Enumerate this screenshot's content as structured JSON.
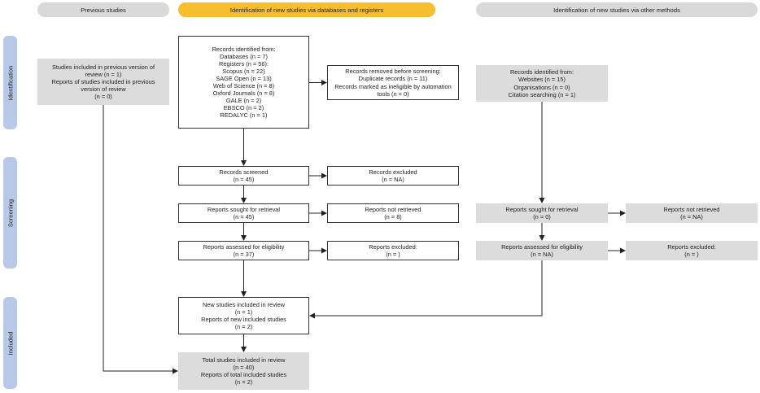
{
  "headers": {
    "previous": "Previous studies",
    "databases": "Identification of new studies via databases and registers",
    "other": "Identification of new studies via other methods"
  },
  "phases": {
    "identification": "Identification",
    "screening": "Screening",
    "included": "Included"
  },
  "previous": {
    "included": [
      "Studies included in previous version of",
      "review (n = 1)",
      "Reports of studies included in previous",
      "version of review",
      "(n = 0)"
    ]
  },
  "databases": {
    "identified": [
      "Records identified from:",
      "Databases (n = 7)",
      "Registers (n = 56):",
      "Scopus (n = 22)",
      "SAGE Open (n = 13)",
      "Web of Science (n = 8)",
      "Oxford Journals (n = 8)",
      "GALE (n = 2)",
      "EBSCO (n = 2)",
      "REDALYC (n = 1)"
    ],
    "removed": [
      "Records removed before screening:",
      "Duplicate records (n = 11)",
      "Records marked as ineligible by automation",
      "tools (n = 0)"
    ],
    "screened": [
      "Records screened",
      "(n = 45)"
    ],
    "excluded": [
      "Records excluded",
      "(n = NA)"
    ],
    "sought": [
      "Reports sought for retrieval",
      "(n = 45)"
    ],
    "not_retrieved": [
      "Reports not retrieved",
      "(n = 8)"
    ],
    "assessed": [
      "Reports assessed for eligibility",
      "(n = 37)"
    ],
    "reports_excluded": [
      "Reports excluded:",
      "(n = )"
    ],
    "new_included": [
      "New studies included in review",
      "(n = 1)",
      "Reports of new included studies",
      "(n = 2)"
    ],
    "total": [
      "Total studies included in review",
      "(n = 40)",
      "Reports of total included studies",
      "(n = 2)"
    ]
  },
  "other": {
    "identified": [
      "Records identified from:",
      "Websites (n = 15)",
      "Organisations (n = 0)",
      "Citation searching (n = 1)"
    ],
    "sought": [
      "Reports sought for retrieval",
      "(n = 0)"
    ],
    "not_retrieved": [
      "Reports not retrieved",
      "(n = NA)"
    ],
    "assessed": [
      "Reports assessed for eligibility",
      "(n = NA)"
    ],
    "reports_excluded": [
      "Reports excluded:",
      "(n = )"
    ]
  }
}
